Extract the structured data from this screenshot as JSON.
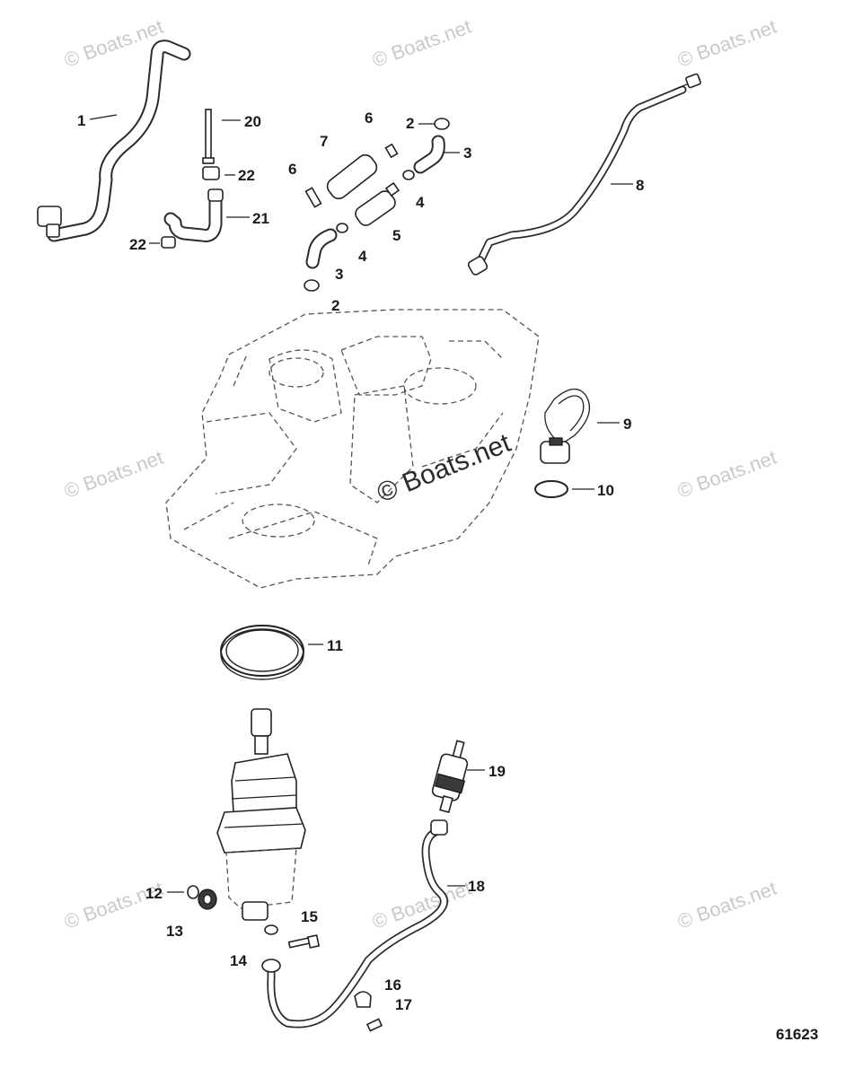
{
  "watermarks": {
    "small": "© Boats.net",
    "center": "© Boats.net"
  },
  "figure_number": "61623",
  "callouts": [
    "1",
    "2",
    "3",
    "4",
    "5",
    "6",
    "7",
    "8",
    "9",
    "10",
    "11",
    "12",
    "13",
    "14",
    "15",
    "16",
    "17",
    "18",
    "19",
    "20",
    "21",
    "22"
  ],
  "parts": [
    {
      "ref": "1",
      "shape": "bent-hose-with-elbow"
    },
    {
      "ref": "2",
      "shape": "hose-clamp"
    },
    {
      "ref": "3",
      "shape": "short-hose"
    },
    {
      "ref": "4",
      "shape": "ring"
    },
    {
      "ref": "5",
      "shape": "inline-filter"
    },
    {
      "ref": "6",
      "shape": "pin"
    },
    {
      "ref": "7",
      "shape": "cylinder-filter"
    },
    {
      "ref": "8",
      "shape": "long-fuel-line"
    },
    {
      "ref": "9",
      "shape": "bracket-with-cap"
    },
    {
      "ref": "10",
      "shape": "o-ring"
    },
    {
      "ref": "11",
      "shape": "large-seal"
    },
    {
      "ref": "12",
      "shape": "grommet"
    },
    {
      "ref": "13",
      "shape": "bushing"
    },
    {
      "ref": "14",
      "shape": "washer"
    },
    {
      "ref": "15",
      "shape": "screw"
    },
    {
      "ref": "16",
      "shape": "clip"
    },
    {
      "ref": "17",
      "shape": "screw"
    },
    {
      "ref": "18",
      "shape": "fuel-hose"
    },
    {
      "ref": "19",
      "shape": "fuel-filter"
    },
    {
      "ref": "20",
      "shape": "long-bolt"
    },
    {
      "ref": "21",
      "shape": "formed-hose"
    },
    {
      "ref": "22",
      "shape": "clamp"
    }
  ]
}
